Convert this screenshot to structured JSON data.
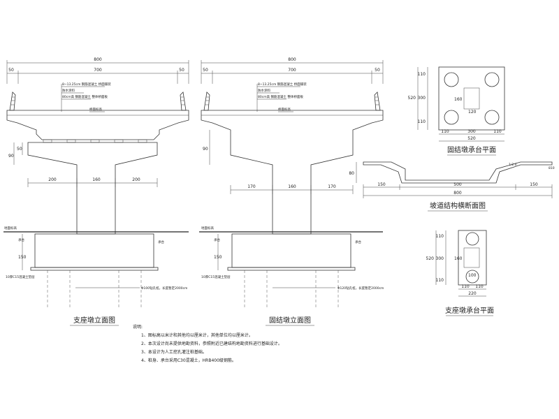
{
  "views": {
    "pier_bearing": {
      "title": "支座墩立面图",
      "dim_total": "800",
      "dim_parts": [
        "50",
        "700",
        "50"
      ],
      "deck_labels": [
        "8~13.25cm 钢筋混凝土 桥面铺装",
        "防水涂料",
        "80cm高 钢筋混凝土 整体桥面板"
      ],
      "center_label": "桥面标高",
      "height_dims": [
        "90",
        "50"
      ],
      "column_dims": [
        "200",
        "160",
        "200"
      ],
      "ground_label": "地面标高",
      "side_dims": [
        "承台",
        "150"
      ],
      "cap_label": "承台",
      "cushion_label": "10厚C15混凝土垫层",
      "pile_label": "Φ100钻孔桩，长度暂定2000cm"
    },
    "pier_fixed": {
      "title": "固结墩立面图",
      "dim_total": "800",
      "dim_parts": [
        "50",
        "700",
        "50"
      ],
      "deck_labels": [
        "8~13.25cm 钢筋混凝土 桥面铺装",
        "防水涂料",
        "80cm高 钢筋混凝土 整体桥面板"
      ],
      "center_label": "桥面标高",
      "height_dims": [
        "90"
      ],
      "column_dims": [
        "170",
        "160",
        "170"
      ],
      "ground_label": "地面标高",
      "side_dims": [
        "承台",
        "150"
      ],
      "cap_label": "承台",
      "cushion_label": "10厚C15混凝土垫层",
      "pile_label": "Φ120钻孔桩，长度暂定2000cm"
    }
  },
  "plan_fixed": {
    "title": "固结墩承台平面",
    "left_dims": [
      "520",
      "110",
      "300",
      "110"
    ],
    "inner_dims": [
      "160",
      "120"
    ],
    "bottom_dims": [
      "110",
      "300",
      "110"
    ],
    "total": "520"
  },
  "ramp_section": {
    "title": "坡道结构横断面图",
    "left_dim": "80",
    "bottom_dims": [
      "150",
      "500",
      "150"
    ],
    "total": "800",
    "slope_labels": [
      "1:2.0",
      "810"
    ]
  },
  "plan_bearing": {
    "title": "支座墩承台平面",
    "left_dims": [
      "520",
      "110",
      "300",
      "110"
    ],
    "inner_dims": [
      "160",
      "100"
    ],
    "bottom_dims": [
      "110",
      "110"
    ],
    "total": "220"
  },
  "notes": {
    "heading": "说明:",
    "items": [
      "1、图标高以米计和其他均以厘米计，其他单位均以厘米计。",
      "2、本次设计尚未提供地勘资料，参照附近已建结构地勘资料进行基础设计。",
      "3、本设计为人工挖孔灌注桩基础。",
      "4、桩身、承台采用C30混凝土，HRB400级钢筋。"
    ]
  }
}
